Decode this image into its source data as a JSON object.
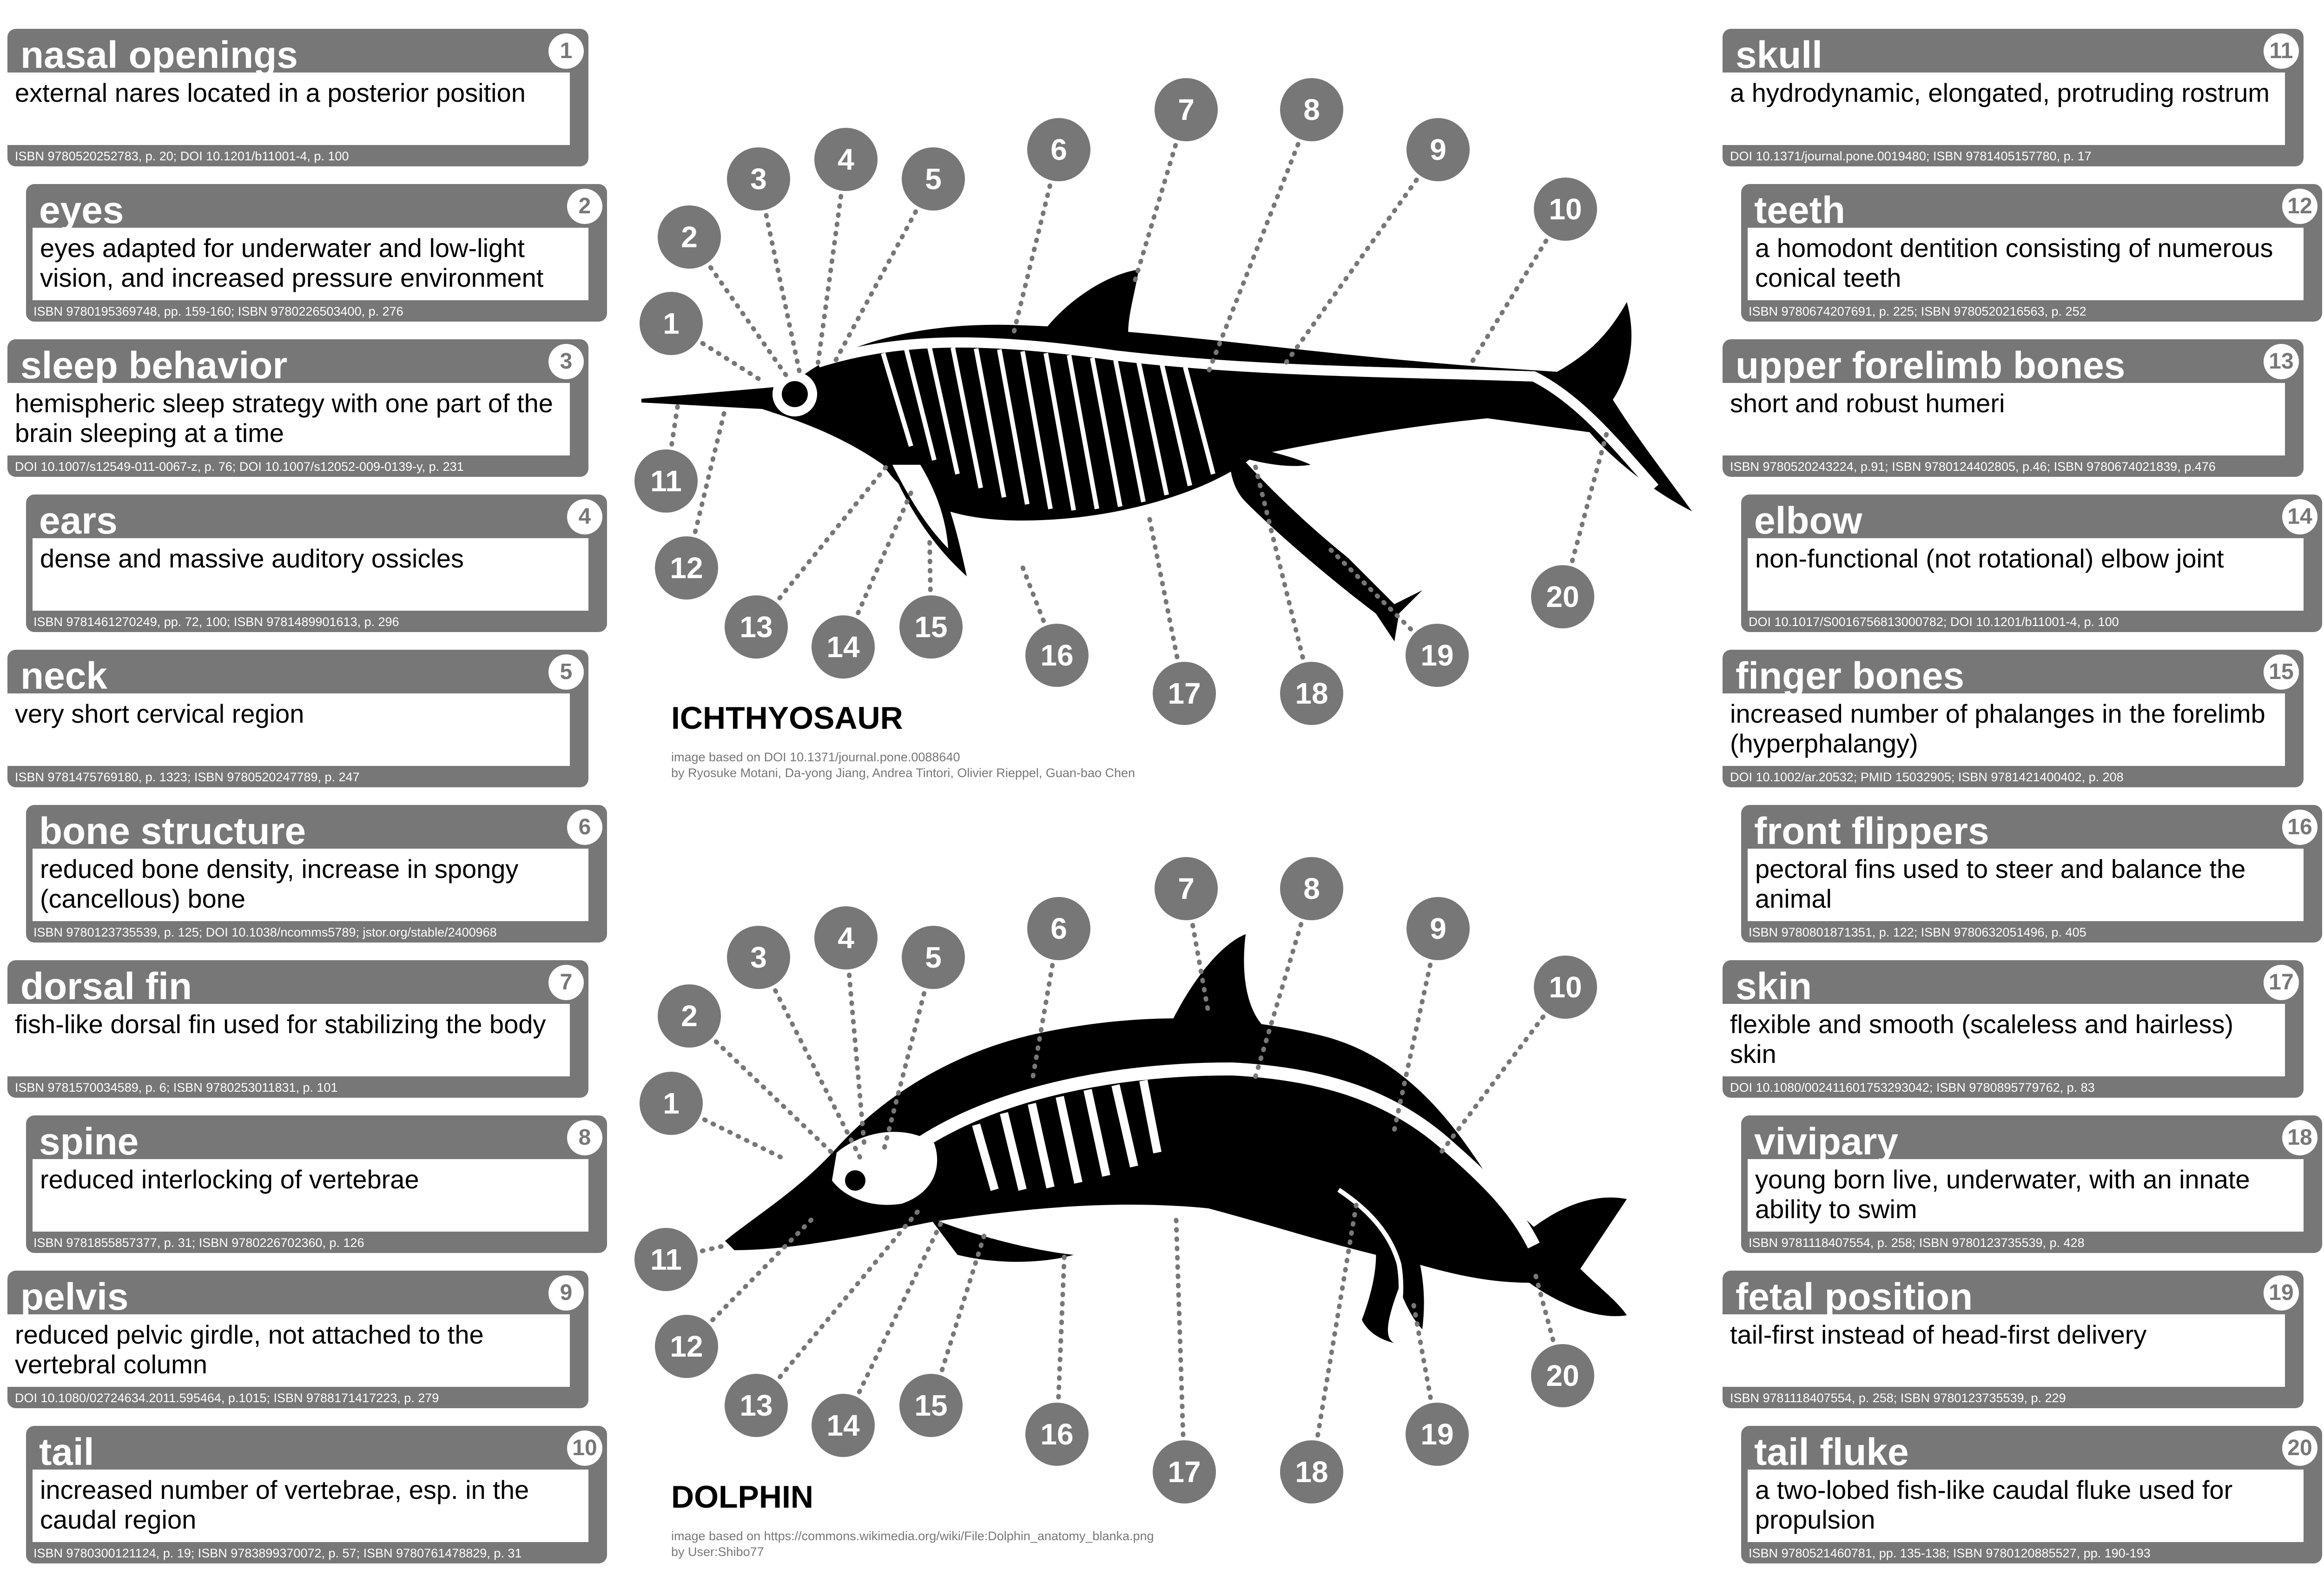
{
  "cards": [
    {
      "num": "1",
      "title": "nasal openings",
      "text": "external nares located in a posterior position",
      "ref": "ISBN 9780520252783, p. 20; DOI 10.1201/b11001-4, p. 100"
    },
    {
      "num": "2",
      "title": "eyes",
      "text": "eyes adapted for underwater and low-light vision, and increased pressure environment",
      "ref": "ISBN 9780195369748, pp. 159-160; ISBN 9780226503400, p. 276"
    },
    {
      "num": "3",
      "title": "sleep behavior",
      "text": "hemispheric sleep strategy with one part of the brain sleeping at a time",
      "ref": "DOI 10.1007/s12549-011-0067-z, p. 76; DOI 10.1007/s12052-009-0139-y, p. 231"
    },
    {
      "num": "4",
      "title": "ears",
      "text": "dense and massive auditory ossicles",
      "ref": "ISBN 9781461270249, pp. 72, 100; ISBN 9781489901613, p. 296"
    },
    {
      "num": "5",
      "title": "neck",
      "text": "very short cervical region",
      "ref": "ISBN 9781475769180, p. 1323; ISBN 9780520247789, p. 247"
    },
    {
      "num": "6",
      "title": "bone structure",
      "text": "reduced bone density, increase in spongy (cancellous) bone",
      "ref": "ISBN 9780123735539, p. 125; DOI 10.1038/ncomms5789; jstor.org/stable/2400968"
    },
    {
      "num": "7",
      "title": "dorsal fin",
      "text": "fish-like dorsal fin used for stabilizing the body",
      "ref": "ISBN 9781570034589, p. 6; ISBN 9780253011831, p. 101"
    },
    {
      "num": "8",
      "title": "spine",
      "text": "reduced interlocking of vertebrae",
      "ref": "ISBN 9781855857377, p. 31; ISBN 9780226702360, p. 126"
    },
    {
      "num": "9",
      "title": "pelvis",
      "text": "reduced pelvic girdle, not attached to the vertebral column",
      "ref": "DOI 10.1080/02724634.2011.595464, p.1015; ISBN 9788171417223, p. 279"
    },
    {
      "num": "10",
      "title": "tail",
      "text": "increased number of vertebrae, esp. in the caudal region",
      "ref": "ISBN 9780300121124, p. 19; ISBN 9783899370072, p. 57; ISBN 9780761478829, p. 31"
    },
    {
      "num": "11",
      "title": "skull",
      "text": "a hydrodynamic, elongated, protruding rostrum",
      "ref": "DOI 10.1371/journal.pone.0019480; ISBN 9781405157780, p. 17"
    },
    {
      "num": "12",
      "title": "teeth",
      "text": "a homodont dentition consisting of numerous conical teeth",
      "ref": "ISBN 9780674207691, p. 225; ISBN 9780520216563, p. 252"
    },
    {
      "num": "13",
      "title": "upper forelimb bones",
      "text": "short and robust humeri",
      "ref": "ISBN 9780520243224, p.91; ISBN 9780124402805, p.46; ISBN 9780674021839, p.476"
    },
    {
      "num": "14",
      "title": "elbow",
      "text": "non-functional (not rotational) elbow joint",
      "ref": "DOI 10.1017/S0016756813000782; DOI 10.1201/b11001-4, p. 100"
    },
    {
      "num": "15",
      "title": "finger bones",
      "text": "increased number of phalanges in the forelimb (hyperphalangy)",
      "ref": "DOI 10.1002/ar.20532; PMID 15032905; ISBN 9781421400402, p. 208"
    },
    {
      "num": "16",
      "title": "front flippers",
      "text": "pectoral fins used to steer and balance the animal",
      "ref": "ISBN 9780801871351, p. 122; ISBN 9780632051496, p. 405"
    },
    {
      "num": "17",
      "title": "skin",
      "text": "flexible and smooth (scaleless and hairless) skin",
      "ref": "DOI 10.1080/00241160175329304​2; ISBN 9780895779762, p. 83"
    },
    {
      "num": "18",
      "title": "vivipary",
      "text": "young born live, underwater, with an innate ability to swim",
      "ref": "ISBN 9781118407554, p. 258; ISBN 9780123735539, p. 428"
    },
    {
      "num": "19",
      "title": "fetal position",
      "text": "tail-first instead of head-first delivery",
      "ref": "ISBN 9781118407554, p. 258; ISBN 9780123735539, p. 229"
    },
    {
      "num": "20",
      "title": "tail fluke",
      "text": "a two-lobed fish-like caudal fluke used for propulsion",
      "ref": "ISBN 9780521460781, pp. 135-138; ISBN 9780120885527, pp. 190-193"
    }
  ],
  "ichthyosaur": {
    "title": "ICHTHYOSAUR",
    "credit_line1": "image based on DOI 10.1371/journal.pone.0088640",
    "credit_line2": "by Ryosuke Motani, Da-yong Jiang, Andrea Tintori, Olivier Rieppel, Guan-bao Chen"
  },
  "dolphin": {
    "title": "DOLPHIN",
    "credit_line1": "image based on https://commons.wikimedia.org/wiki/File:Dolphin_anatomy_blanka.png",
    "credit_line2": "by User:Shibo77"
  },
  "markers": [
    "1",
    "2",
    "3",
    "4",
    "5",
    "6",
    "7",
    "8",
    "9",
    "10",
    "11",
    "12",
    "13",
    "14",
    "15",
    "16",
    "17",
    "18",
    "19",
    "20"
  ],
  "colors": {
    "card": "#777777",
    "marker": "#777777",
    "silhouette": "#000000",
    "bone": "#ffffff"
  }
}
